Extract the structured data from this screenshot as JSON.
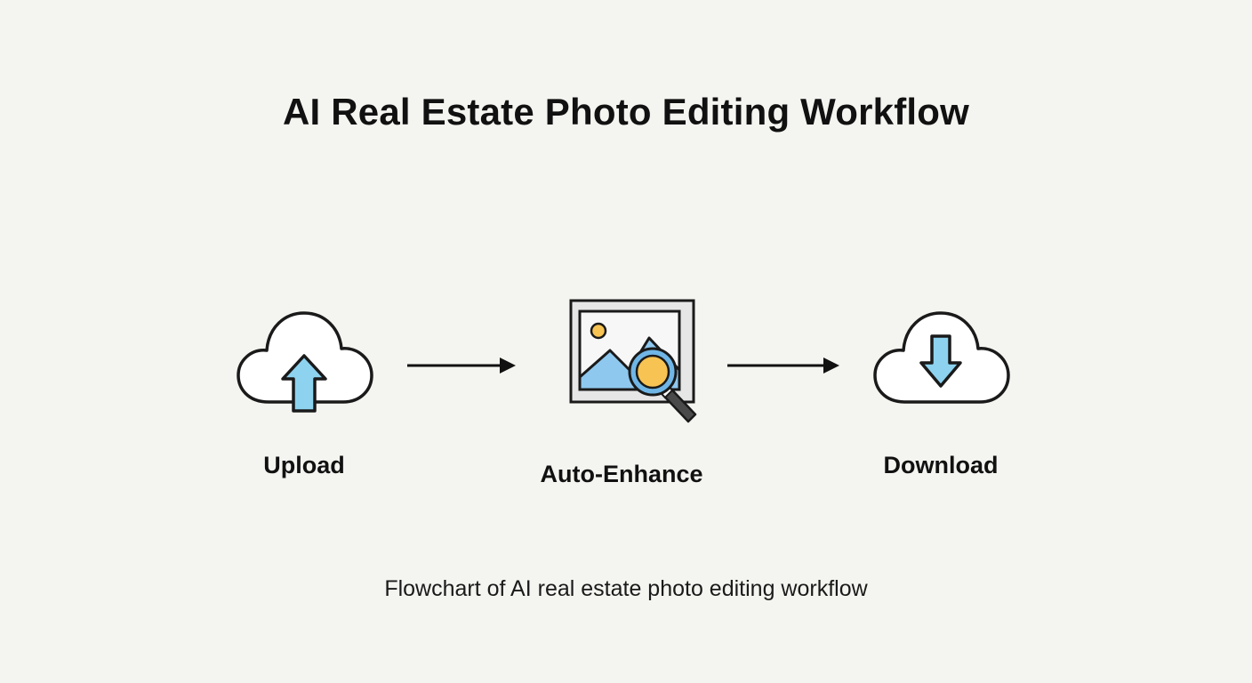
{
  "diagram": {
    "title": "AI Real Estate Photo Editing Workflow",
    "steps": [
      {
        "label": "Upload",
        "icon": "cloud-upload-icon"
      },
      {
        "label": "Auto-Enhance",
        "icon": "image-magnifier-icon"
      },
      {
        "label": "Download",
        "icon": "cloud-download-icon"
      }
    ],
    "connectors": [
      "arrow-right",
      "arrow-right"
    ],
    "caption": "Flowchart of AI real estate photo editing workflow"
  },
  "colors": {
    "background": "#f4f4f0",
    "outline": "#1a1a1a",
    "arrow_fill": "#8dd3ef",
    "photo_sky": "#8ec8ef",
    "sun": "#f7c352",
    "lens": "#f7c352",
    "lens_ring": "#6fb6e6"
  }
}
